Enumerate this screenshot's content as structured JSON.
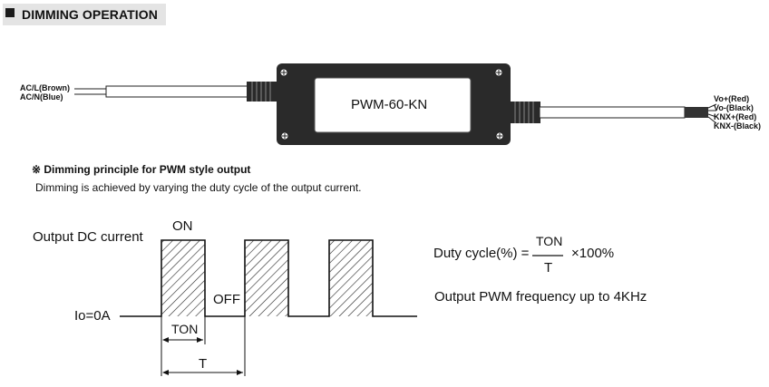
{
  "header": {
    "title": "DIMMING OPERATION"
  },
  "device": {
    "model": "PWM-60-KN",
    "input_wires": [
      "AC/L(Brown)",
      "AC/N(Blue)"
    ],
    "output_wires": [
      "Vo+(Red)",
      "Vo-(Black)",
      "KNX+(Red)",
      "KNX-(Black)"
    ]
  },
  "principle": {
    "title": "※ Dimming principle for PWM style output",
    "description": "Dimming is achieved by varying the duty cycle of the output current."
  },
  "waveform": {
    "output_label": "Output DC current",
    "baseline_label": "Io=0A",
    "on_label": "ON",
    "off_label": "OFF",
    "ton_label": "TON",
    "period_label": "T"
  },
  "formula": {
    "lhs": "Duty cycle(%) =",
    "numerator": "TON",
    "denominator": "T",
    "multiplier": "×100%",
    "frequency": "Output PWM frequency up to 4KHz"
  },
  "colors": {
    "header_bg": "#e4e4e4",
    "device_body": "#2a2a2a",
    "ink": "#111111"
  }
}
